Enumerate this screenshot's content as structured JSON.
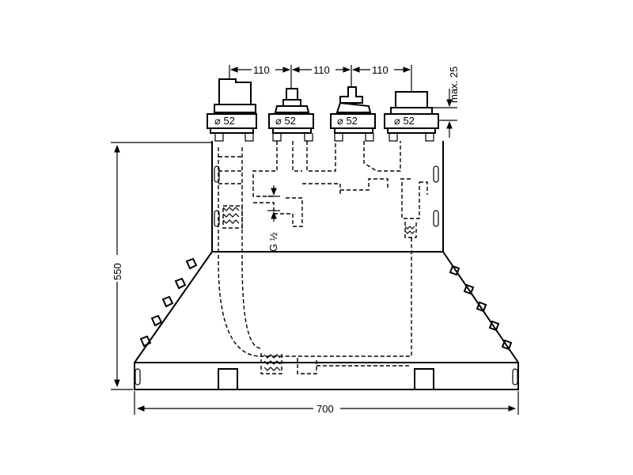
{
  "dimensions": {
    "spacing_1": "110",
    "spacing_2": "110",
    "spacing_3": "110",
    "max_height": "max. 25",
    "total_height": "550",
    "total_width": "700",
    "thread": "G ½"
  },
  "valves": [
    {
      "label": "⌀ 52"
    },
    {
      "label": "⌀ 52"
    },
    {
      "label": "⌀ 52"
    },
    {
      "label": "⌀ 52"
    }
  ]
}
